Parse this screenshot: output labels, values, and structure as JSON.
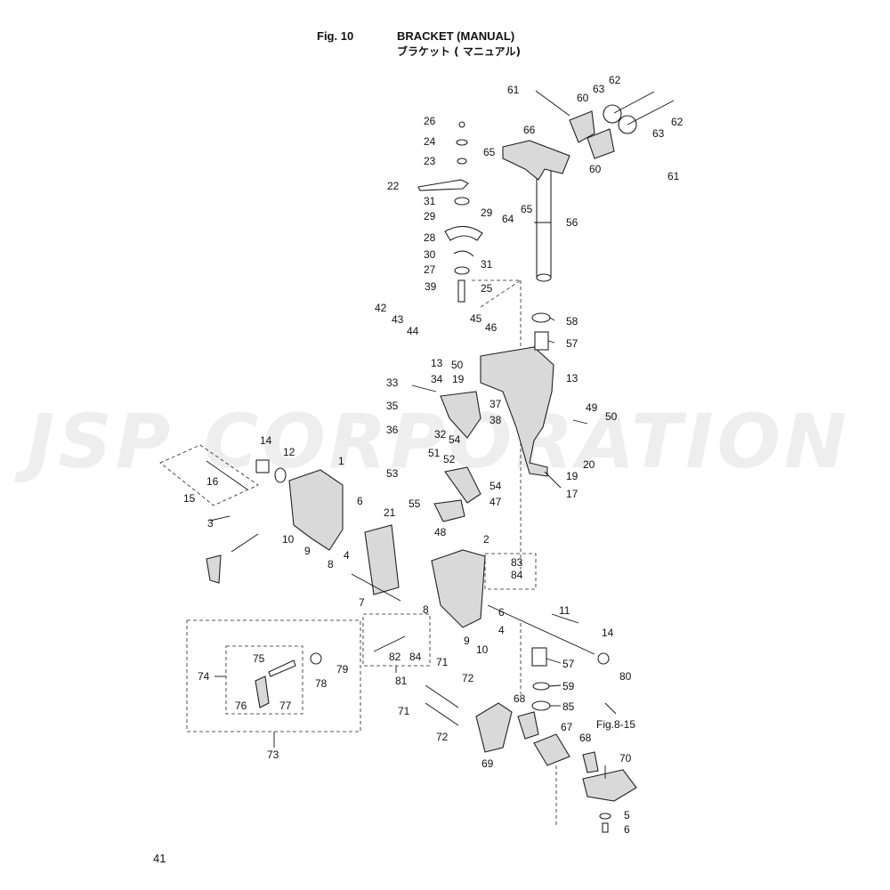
{
  "header": {
    "fig_no": "Fig. 10",
    "title_en": "BRACKET (MANUAL)",
    "title_jp": "ブラケット ( マニュアル)"
  },
  "page_number": "41",
  "watermark": "JSP CORPORATION",
  "reference": "Fig.8-15",
  "callouts": [
    "1",
    "2",
    "3",
    "4",
    "5",
    "6",
    "7",
    "8",
    "9",
    "10",
    "11",
    "12",
    "13",
    "14",
    "15",
    "16",
    "17",
    "19",
    "20",
    "21",
    "22",
    "23",
    "24",
    "25",
    "26",
    "27",
    "28",
    "29",
    "30",
    "31",
    "32",
    "33",
    "34",
    "35",
    "36",
    "37",
    "38",
    "39",
    "42",
    "43",
    "44",
    "45",
    "46",
    "47",
    "48",
    "49",
    "50",
    "51",
    "52",
    "53",
    "54",
    "55",
    "56",
    "57",
    "58",
    "59",
    "60",
    "61",
    "62",
    "63",
    "64",
    "65",
    "66",
    "67",
    "68",
    "69",
    "70",
    "71",
    "72",
    "73",
    "74",
    "75",
    "76",
    "77",
    "78",
    "79",
    "80",
    "81",
    "82",
    "83",
    "84",
    "85"
  ]
}
